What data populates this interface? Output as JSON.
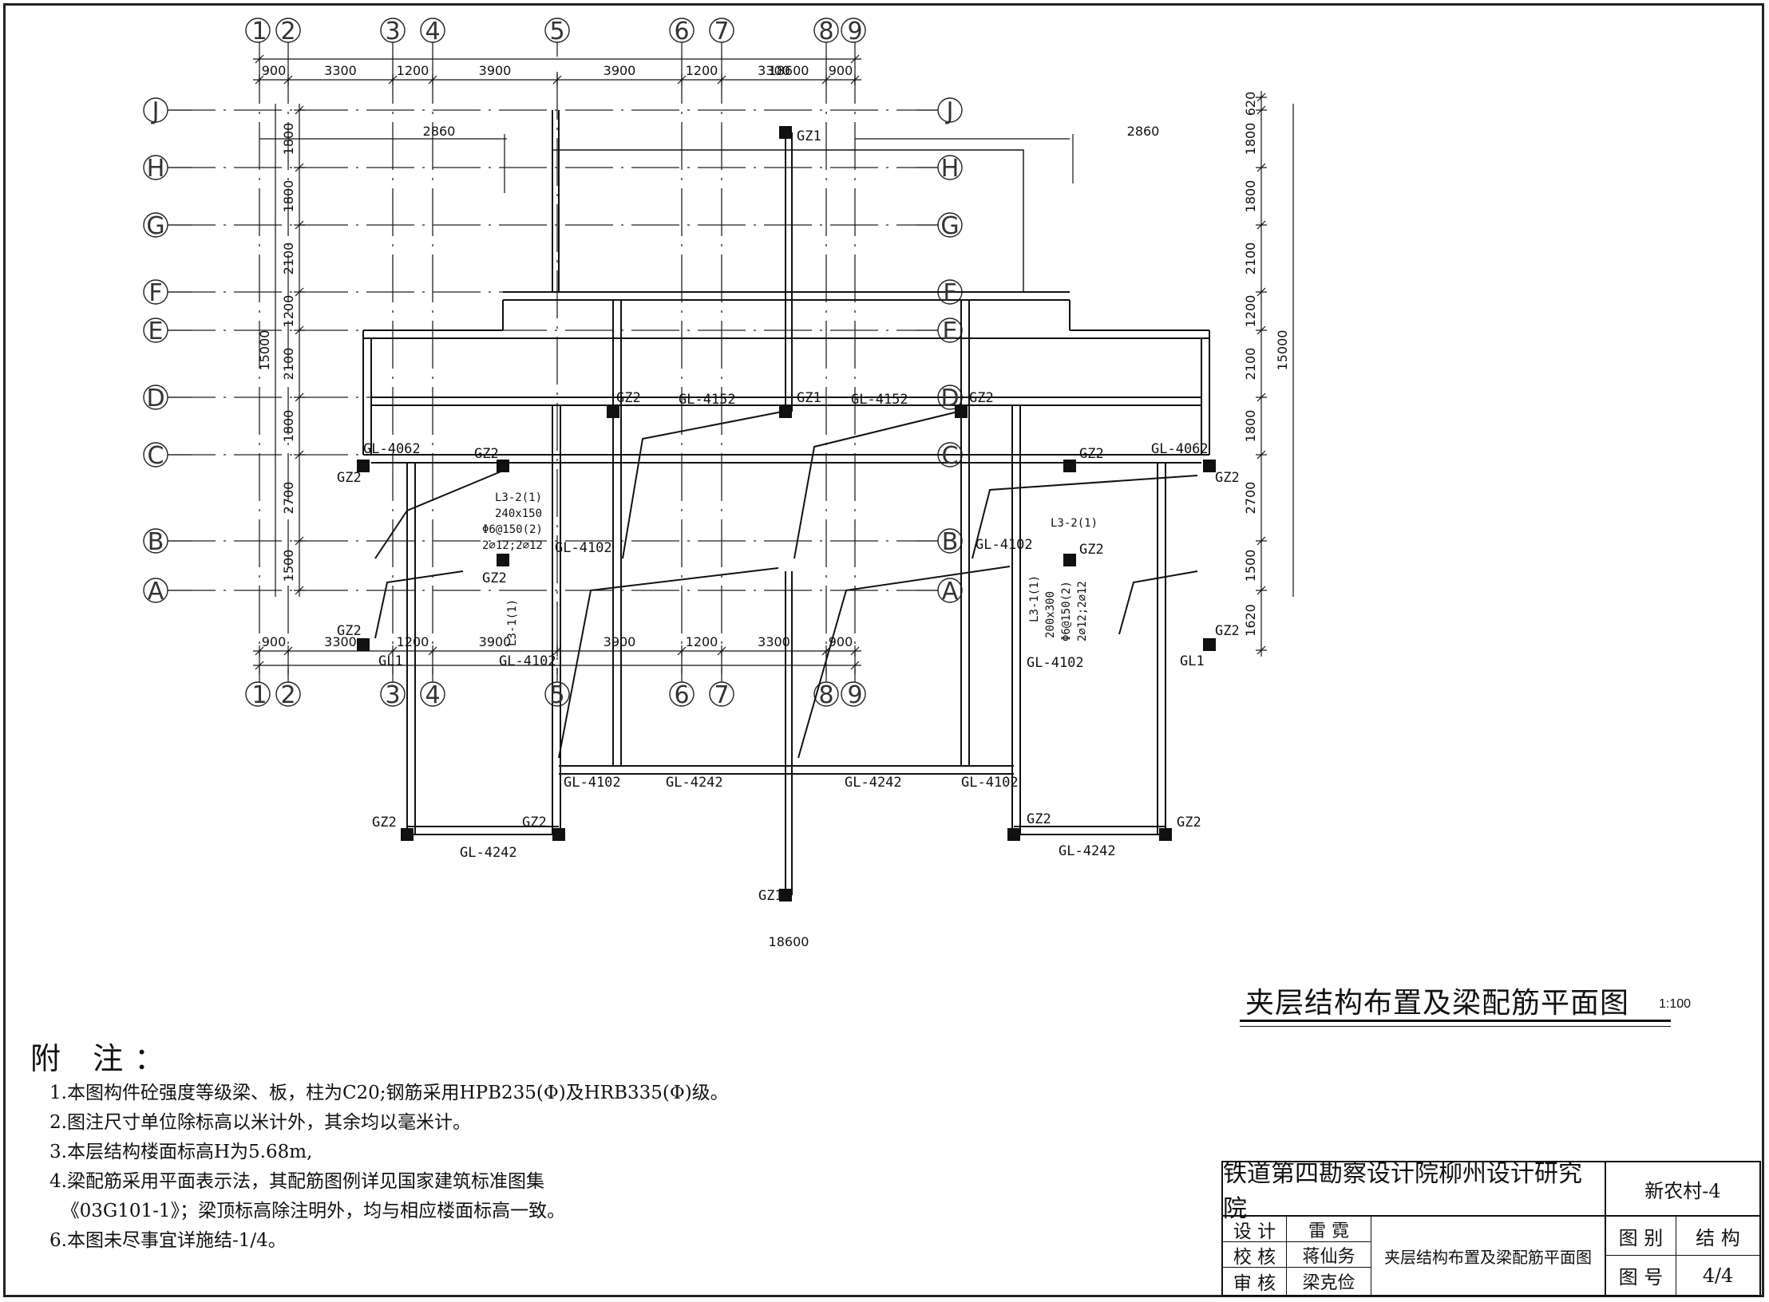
{
  "drawing": {
    "title": "夹层结构布置及梁配筋平面图",
    "scale": "1:100"
  },
  "axes": {
    "numbered": [
      "1",
      "2",
      "3",
      "4",
      "5",
      "6",
      "7",
      "8",
      "9"
    ],
    "lettered": [
      "J",
      "H",
      "G",
      "F",
      "E",
      "D",
      "C",
      "B",
      "A"
    ]
  },
  "dimensions": {
    "top_total": "18600",
    "bottom_total": "18600",
    "top_segments": [
      "900",
      "3300",
      "1200",
      "3900",
      "3900",
      "1200",
      "3300",
      "900"
    ],
    "bottom_segments": [
      "900",
      "3300",
      "1200",
      "3900",
      "3900",
      "1200",
      "3300",
      "900"
    ],
    "top_offset_left": "2860",
    "top_offset_right": "2860",
    "left_segments": [
      "1800",
      "1800",
      "2100",
      "1200",
      "2100",
      "1800",
      "2700",
      "1500"
    ],
    "right_segments": [
      "620",
      "1800",
      "1800",
      "2100",
      "1200",
      "2100",
      "1800",
      "2700",
      "1500",
      "1620"
    ],
    "left_total": "15000",
    "right_total": "15000"
  },
  "labels": {
    "gz1": "GZ1",
    "gz2": "GZ2",
    "gl1": "GL1",
    "gl_4062": "GL-4062",
    "gl_4102": "GL-4102",
    "gl_4152": "GL-4152",
    "gl_4242": "GL-4242",
    "l3_2": "L3-2(1)",
    "l3_2_size": "240x150",
    "l3_2_stirrup": "Φ6@150(2)",
    "l3_2_bars": "2⌀12;2⌀12",
    "l3_1": "L3-1(1)",
    "l3_1_size": "200x300",
    "l3_1_stirrup": "Φ6@150(2)",
    "l3_1_bars": "2⌀12;2⌀12"
  },
  "notes": {
    "heading": "附 注：",
    "items": [
      "1.本图构件砼强度等级梁、板，柱为C20;钢筋采用HPB235(Φ)及HRB335(Φ)级。",
      "2.图注尺寸单位除标高以米计外，其余均以毫米计。",
      "3.本层结构楼面标高H为5.68m,",
      "4.梁配筋采用平面表示法，其配筋图例详见国家建筑标准图集",
      "  《03G101-1》；梁顶标高除注明外，均与相应楼面标高一致。",
      "6.本图未尽事宜详施结-1/4。"
    ]
  },
  "title_block": {
    "institute": "铁道第四勘察设计院柳州设计研究院",
    "project": "新农村-4",
    "design_label": "设 计",
    "design_name": "雷 霓",
    "check_label": "校 核",
    "check_name": "蒋仙务",
    "review_label": "审 核",
    "review_name": "梁克俭",
    "drawing_name": "夹层结构布置及梁配筋平面图",
    "category_label": "图 别",
    "category_value": "结 构",
    "number_label": "图 号",
    "number_value": "4/4"
  }
}
